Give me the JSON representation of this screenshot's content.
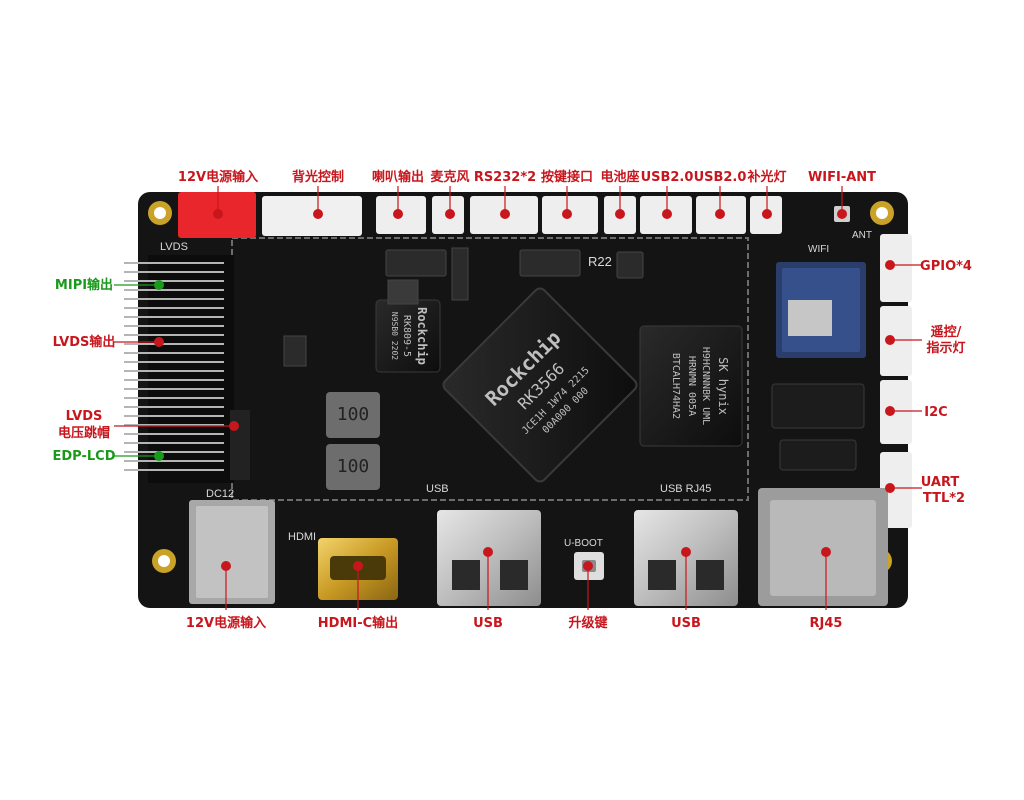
{
  "colors": {
    "label_red": "#c8161d",
    "label_green": "#1a9a1a",
    "board": "#151515",
    "gold": "#c9a227",
    "connector_white": "#f0f0f0",
    "connector_red": "#e8262b"
  },
  "labels": {
    "top": [
      "12V电源输入",
      "背光控制",
      "喇叭输出",
      "麦克风",
      "RS232*2",
      "按键接口",
      "电池座",
      "USB2.0",
      "USB2.0",
      "补光灯",
      "WIFI-ANT"
    ],
    "left": [
      "MIPI输出",
      "LVDS输出",
      "LVDS",
      "电压跳帽",
      "EDP-LCD"
    ],
    "right": [
      "GPIO*4",
      "遥控/",
      "指示灯",
      "I2C",
      "UART",
      "TTL*2"
    ],
    "bottom": [
      "12V电源输入",
      "HDMI-C输出",
      "USB",
      "升级键",
      "USB",
      "RJ45"
    ]
  },
  "silkscreen": {
    "lvds": "LVDS",
    "dc12": "DC12",
    "hdmi": "HDMI",
    "usb_a": "USB",
    "usb_rj45": "USB RJ45",
    "uboot": "U-BOOT",
    "wifi": "WIFI",
    "ant": "ANT",
    "r22": "R22"
  },
  "soc": {
    "brand": "Rockchip",
    "model": "RK3566",
    "line2": "JCE1H 1W74 2215",
    "line3": "00A000 000"
  },
  "pmic": {
    "brand": "Rockchip",
    "model": "RK809-5",
    "code": "N9SB0 2202"
  },
  "memory": {
    "brand": "SK hynix",
    "line1": "H9HCNNNBK UML",
    "line2": "HRNMN 005A",
    "line3": "BTCALH74HA2"
  },
  "inductor": "100"
}
